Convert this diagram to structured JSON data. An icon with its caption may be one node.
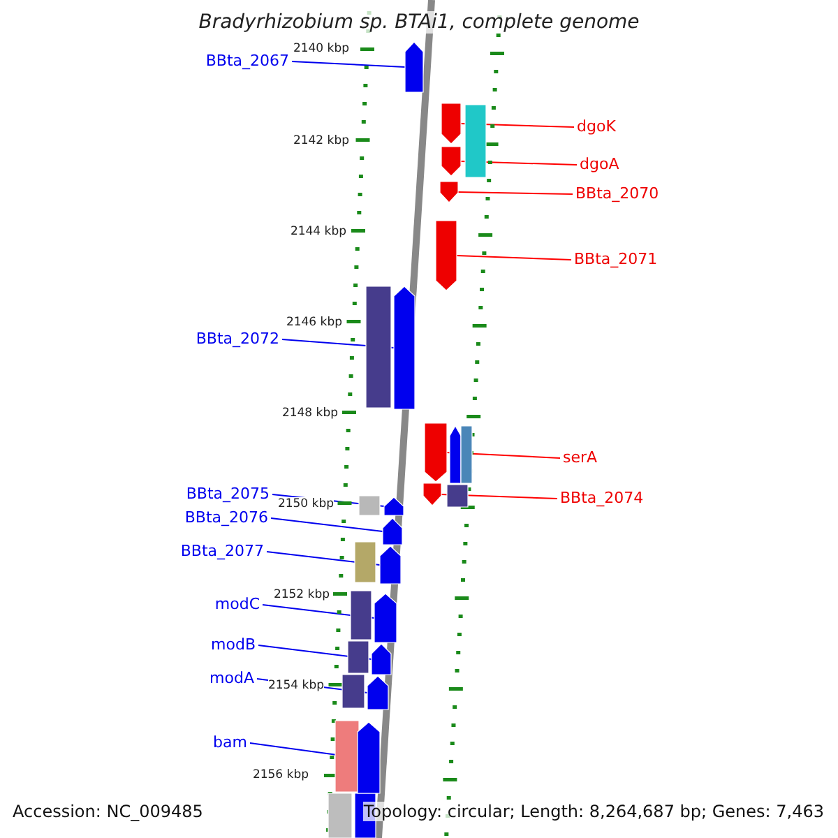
{
  "diagram": {
    "title": "Bradyrhizobium sp. BTAi1, complete genome",
    "nodes": [
      {
        "text": [
          "BBta_2067"
        ]
      },
      {
        "text": [],
        "shape": "bar"
      },
      {
        "text": [
          "dgoK"
        ]
      },
      {
        "text": [],
        "shape": "bar"
      },
      {
        "text": [
          "dgoA"
        ]
      },
      {
        "text": [],
        "shape": "bar"
      },
      {
        "text": [
          "BBta_2070"
        ]
      },
      {
        "text": [],
        "shape": "bar"
      },
      {
        "text": [
          "BBta_2071"
        ]
      },
      {
        "text": [],
        "shape": "bar"
      },
      {
        "text": [
          "BBta_2072"
        ]
      },
      {
        "text": [],
        "shape": "bar"
      },
      {
        "text": [
          "serA"
        ]
      },
      {
        "text": [],
        "shape": "bar"
      },
      {
        "text": [
          "BBta_2074"
        ]
      },
      {
        "text": [],
        "shape": "bar"
      },
      {
        "text": [
          "BBta_2075"
        ]
      },
      {
        "text": [],
        "shape": "bar"
      },
      {
        "text": [
          "BBta_2076"
        ]
      },
      {
        "text": [],
        "shape": "bar"
      },
      {
        "text": [
          "BBta_2077"
        ]
      },
      {
        "text": [],
        "shape": "bar"
      },
      {
        "text": [
          "modC"
        ]
      },
      {
        "text": [],
        "shape": "bar"
      },
      {
        "text": [
          "modB"
        ]
      },
      {
        "text": [],
        "shape": "bar"
      },
      {
        "text": [
          "modA"
        ]
      },
      {
        "text": [],
        "shape": "bar"
      },
      {
        "text": [
          "bam"
        ]
      },
      {
        "text": [],
        "shape": "bar"
      }
    ],
    "edges": [
      {
        "from": 0,
        "to": 1,
        "arrow": "none"
      },
      {
        "from": 2,
        "to": 3,
        "arrow": "none",
        "color": "#ff0000"
      },
      {
        "from": 4,
        "to": 5,
        "arrow": "none",
        "color": "#ff0000"
      },
      {
        "from": 6,
        "to": 7,
        "arrow": "none",
        "color": "#ff0000"
      },
      {
        "from": 8,
        "to": 9,
        "arrow": "none",
        "color": "#ff0000"
      },
      {
        "from": 10,
        "to": 11,
        "arrow": "none"
      },
      {
        "from": 12,
        "to": 13,
        "arrow": "none",
        "color": "#ff0000"
      },
      {
        "from": 14,
        "to": 15,
        "arrow": "none",
        "color": "#ff0000"
      },
      {
        "from": 16,
        "to": 17,
        "arrow": "none"
      },
      {
        "from": 18,
        "to": 19,
        "arrow": "none"
      },
      {
        "from": 20,
        "to": 21,
        "arrow": "none"
      },
      {
        "from": 22,
        "to": 23,
        "arrow": "none"
      },
      {
        "from": 24,
        "to": 25,
        "arrow": "none"
      },
      {
        "from": 26,
        "to": 27,
        "arrow": "none"
      },
      {
        "from": 28,
        "to": 29,
        "arrow": "none"
      }
    ],
    "labels": [
      "2140 kbp",
      "2142 kbp",
      "2144 kbp",
      "2146 kbp",
      "2148 kbp",
      "2150 kbp",
      "2152 kbp",
      "2154 kbp",
      "2156 kbp",
      "Accession: NC_009485",
      "Topology: circular; Length: 8,264,687 bp; Genes: 7,463"
    ]
  }
}
